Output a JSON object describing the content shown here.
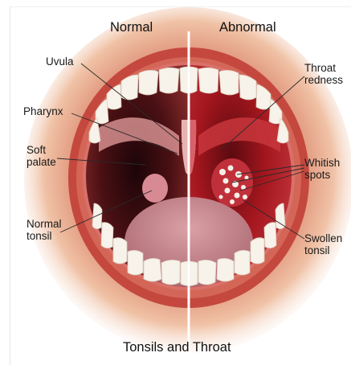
{
  "diagram": {
    "headers": {
      "left": "Normal",
      "right": "Abnormal"
    },
    "caption": "Tonsils and Throat",
    "labels": {
      "uvula": "Uvula",
      "pharynx": "Pharynx",
      "soft_palate": "Soft\npalate",
      "normal_tonsil": "Normal\ntonsil",
      "throat_redness": "Throat\nredness",
      "whitish_spots": "Whitish\nspots",
      "swollen_tonsil": "Swollen\ntonsil"
    }
  },
  "colors": {
    "lip": "#c2463c",
    "skin": "#e9a47e",
    "mouth_dark": "#3a0b0e",
    "tongue": "#c98d94",
    "teeth": "#f7f2ea",
    "gum": "#d9716a",
    "inflamed": "#a4161d",
    "spots": "#f5efe8"
  }
}
